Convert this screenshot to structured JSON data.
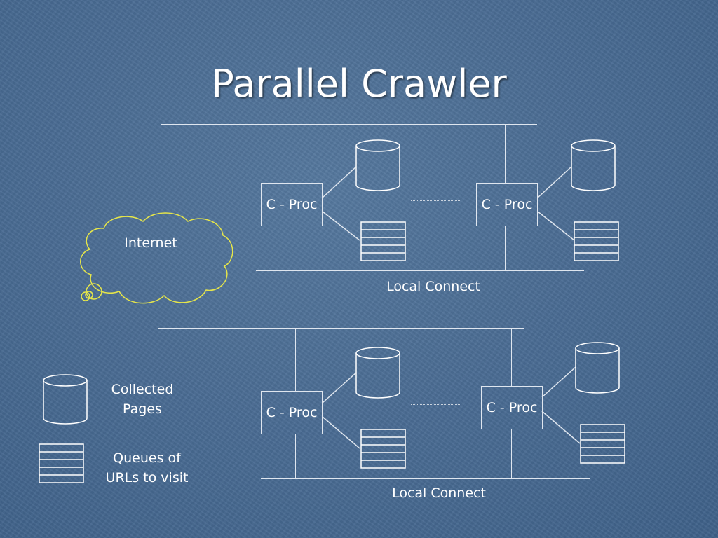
{
  "slide": {
    "title": "Parallel Crawler",
    "internet_label": "Internet",
    "proc_label": "C - Proc",
    "local_connect_label": "Local Connect",
    "legend": {
      "collected_pages": "Collected Pages",
      "queues": "Queues of URLs to visit"
    },
    "colors": {
      "background": "#4b6d94",
      "line": "#dfe6ef",
      "cloud_outline": "#e6e64a"
    },
    "icons": [
      "database-cylinder-icon",
      "url-queue-icon",
      "internet-cloud-icon"
    ]
  }
}
